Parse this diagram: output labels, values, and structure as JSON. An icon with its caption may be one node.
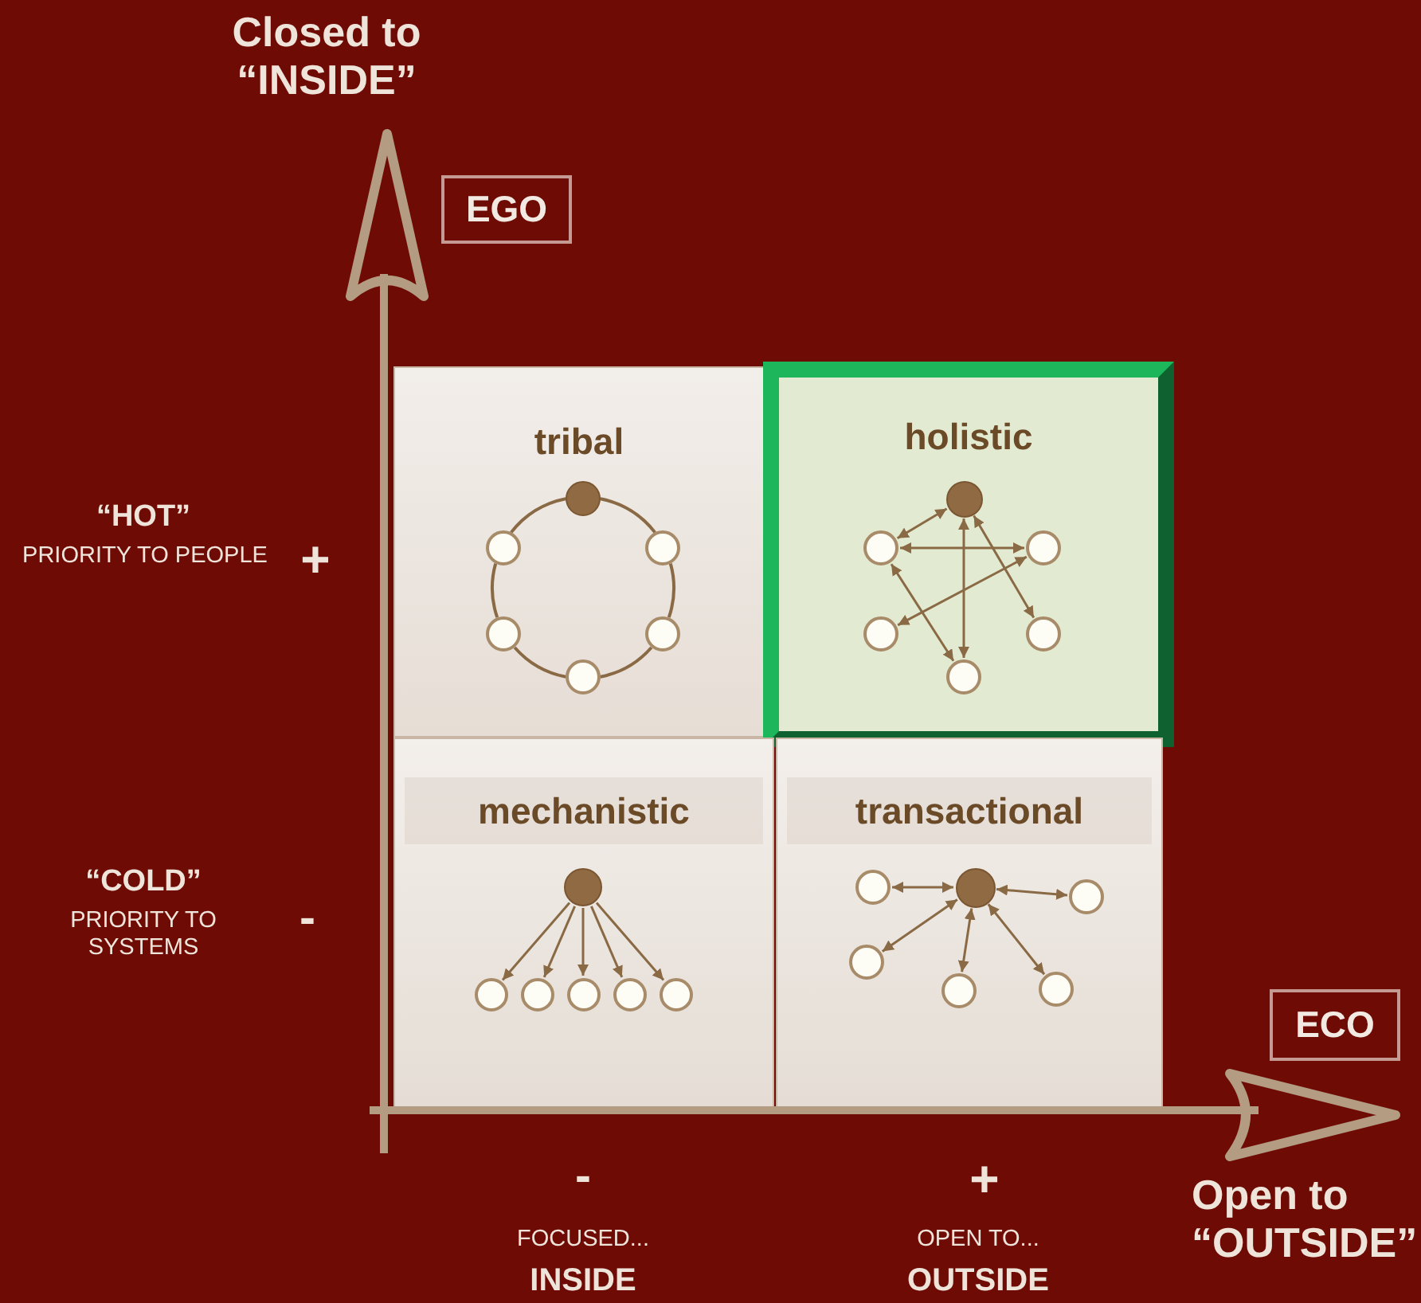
{
  "diagram": {
    "nodes": [
      {
        "text": [
          "EGO"
        ]
      },
      {
        "text": [
          "tribal"
        ]
      },
      {
        "text": [],
        "shape": "circle",
        "in": 1
      },
      {
        "text": [],
        "shape": "circle",
        "in": 1
      },
      {
        "text": [],
        "shape": "circle",
        "in": 1
      },
      {
        "text": [],
        "shape": "circle",
        "in": 1
      },
      {
        "text": [],
        "shape": "circle",
        "in": 1
      },
      {
        "text": [],
        "shape": "circle",
        "in": 1
      },
      {
        "text": [
          "holistic"
        ]
      },
      {
        "text": [],
        "shape": "circle",
        "in": 8
      },
      {
        "text": [],
        "shape": "circle",
        "in": 8
      },
      {
        "text": [],
        "shape": "circle",
        "in": 8
      },
      {
        "text": [],
        "shape": "circle",
        "in": 8
      },
      {
        "text": [],
        "shape": "circle",
        "in": 8
      },
      {
        "text": [],
        "shape": "circle",
        "in": 8
      },
      {
        "text": [
          "mechanistic"
        ]
      },
      {
        "text": [],
        "shape": "circle",
        "in": 15
      },
      {
        "text": [],
        "shape": "circle",
        "in": 15
      },
      {
        "text": [],
        "shape": "circle",
        "in": 15
      },
      {
        "text": [],
        "shape": "circle",
        "in": 15
      },
      {
        "text": [],
        "shape": "circle",
        "in": 15
      },
      {
        "text": [],
        "shape": "circle",
        "in": 15
      },
      {
        "text": [
          "transactional"
        ]
      },
      {
        "text": [],
        "shape": "circle",
        "in": 22
      },
      {
        "text": [],
        "shape": "circle",
        "in": 22
      },
      {
        "text": [],
        "shape": "circle",
        "in": 22
      },
      {
        "text": [],
        "shape": "circle",
        "in": 22
      },
      {
        "text": [],
        "shape": "circle",
        "in": 22
      },
      {
        "text": [],
        "shape": "circle",
        "in": 22
      },
      {
        "text": [
          "ECO"
        ]
      }
    ],
    "edges": [
      {
        "from": 2,
        "to": 4,
        "arrow": "none"
      },
      {
        "from": 4,
        "to": 6,
        "arrow": "none"
      },
      {
        "from": 6,
        "to": 7,
        "arrow": "none"
      },
      {
        "from": 7,
        "to": 5,
        "arrow": "none"
      },
      {
        "from": 5,
        "to": 3,
        "arrow": "none"
      },
      {
        "from": 3,
        "to": 2,
        "arrow": "none"
      },
      {
        "from": 9,
        "to": 10,
        "arrow": "both"
      },
      {
        "from": 10,
        "to": 11,
        "arrow": "both"
      },
      {
        "from": 9,
        "to": 14,
        "arrow": "both"
      },
      {
        "from": 9,
        "to": 13,
        "arrow": "both"
      },
      {
        "from": 11,
        "to": 12,
        "arrow": "both"
      },
      {
        "from": 10,
        "to": 14,
        "arrow": "both"
      },
      {
        "from": 16,
        "to": 17,
        "arrow": "to"
      },
      {
        "from": 16,
        "to": 18,
        "arrow": "to"
      },
      {
        "from": 16,
        "to": 19,
        "arrow": "to"
      },
      {
        "from": 16,
        "to": 20,
        "arrow": "to"
      },
      {
        "from": 16,
        "to": 21,
        "arrow": "to"
      },
      {
        "from": 23,
        "to": 24,
        "arrow": "both"
      },
      {
        "from": 23,
        "to": 25,
        "arrow": "both"
      },
      {
        "from": 23,
        "to": 26,
        "arrow": "both"
      },
      {
        "from": 23,
        "to": 27,
        "arrow": "both"
      },
      {
        "from": 23,
        "to": 28,
        "arrow": "both"
      }
    ],
    "labels": [
      "Closed to “INSIDE”",
      "“HOT”",
      "PRIORITY TO PEOPLE",
      "+",
      "“COLD”",
      "PRIORITY TO SYSTEMS",
      "-",
      "-",
      "FOCUSED...",
      "INSIDE",
      "+",
      "OPEN TO...",
      "OUTSIDE",
      "Open to “OUTSIDE”"
    ]
  }
}
